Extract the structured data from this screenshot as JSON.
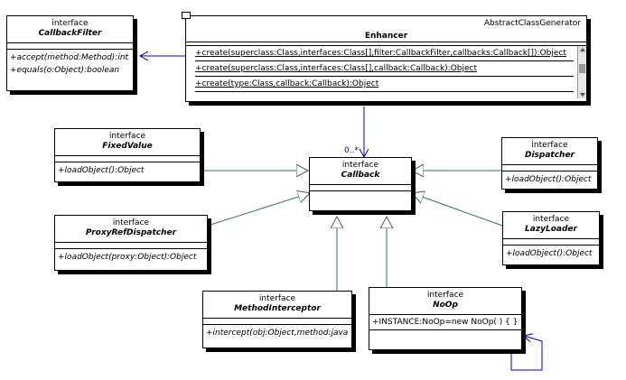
{
  "stereotype": "interface",
  "enhancer": {
    "superclass": "AbstractClassGenerator",
    "name": "Enhancer",
    "ops": [
      "+create(superclass:Class,interfaces:Class[],filter:CallbackFilter,callbacks:Callback[]):Object",
      "+create(superclass:Class,interfaces:Class[],callback:Callback):Object",
      "+create(type:Class,callback:Callback):Object"
    ]
  },
  "callbackFilter": {
    "name": "CallbackFilter",
    "ops": [
      "+accept(method:Method):int",
      "+equals(o:Object):boolean"
    ]
  },
  "callback": {
    "name": "Callback",
    "multiplicity": "0..*"
  },
  "fixedValue": {
    "name": "FixedValue",
    "ops": [
      "+loadObject():Object"
    ]
  },
  "dispatcher": {
    "name": "Dispatcher",
    "ops": [
      "+loadObject():Object"
    ]
  },
  "proxyRefDispatcher": {
    "name": "ProxyRefDispatcher",
    "ops": [
      "+loadObject(proxy:Object):Object"
    ]
  },
  "lazyLoader": {
    "name": "LazyLoader",
    "ops": [
      "+loadObject():Object"
    ]
  },
  "methodInterceptor": {
    "name": "MethodInterceptor",
    "ops": [
      "+intercept(obj:Object,method:java."
    ]
  },
  "noOp": {
    "name": "NoOp",
    "ops": [
      "+INSTANCE:NoOp=new NoOp( ) { }"
    ]
  },
  "colors": {
    "line": "#2f6f6f",
    "arrow": "#0000cc"
  }
}
